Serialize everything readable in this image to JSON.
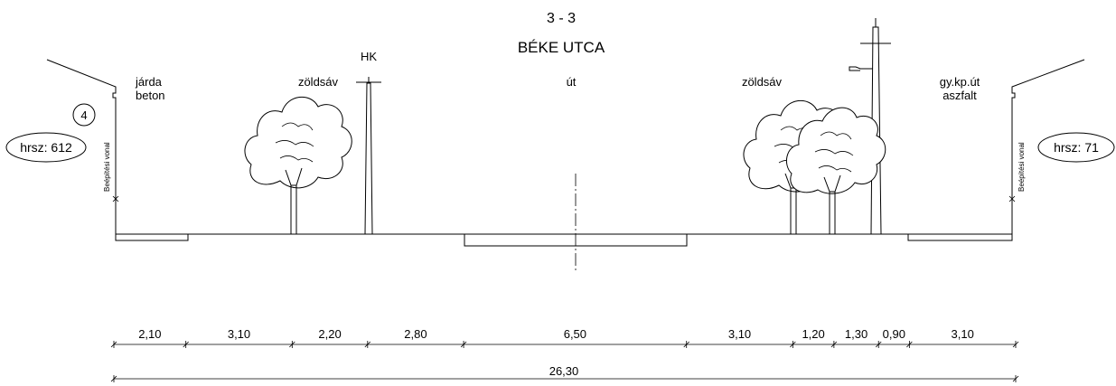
{
  "section_id": "3 - 3",
  "street_name": "BÉKE UTCA",
  "labels": {
    "sidewalk_left_line1": "járda",
    "sidewalk_left_line2": "beton",
    "green_left": "zöldsáv",
    "hk": "HK",
    "road": "út",
    "green_right": "zöldsáv",
    "sidewalk_right_line1": "gy.kp.út",
    "sidewalk_right_line2": "aszfalt",
    "building_line_left": "Beépítési vonal",
    "building_line_right": "Beépítési vonal"
  },
  "marker_number": "4",
  "parcels": {
    "left": "hrsz: 612",
    "right": "hrsz: 71"
  },
  "dimensions": [
    "2,10",
    "3,10",
    "2,20",
    "2,80",
    "6,50",
    "3,10",
    "1,20",
    "1,30",
    "0,90",
    "3,10"
  ],
  "total_width": "26,30"
}
